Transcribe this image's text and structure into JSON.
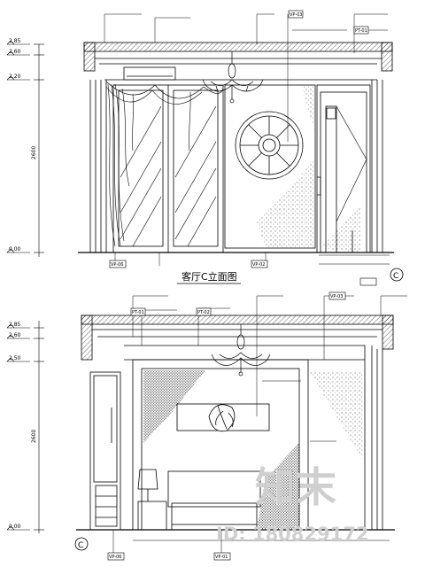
{
  "upper_elevation": {
    "title": "客厅C立面图",
    "section_marker": "C",
    "levels": [
      "2.85",
      "2.60",
      "2.20",
      "0.00"
    ],
    "height_label": "2600",
    "tags_bottom": [
      "VP-06",
      "VP-02"
    ],
    "tags_top": [
      "VP-03",
      "PT-01"
    ]
  },
  "lower_elevation": {
    "section_marker": "C",
    "levels": [
      "2.85",
      "2.60",
      "2.50",
      "0.00"
    ],
    "height_label": "2600",
    "tags_bottom": [
      "VP-06",
      "VP-01"
    ],
    "tags_top": [
      "PT-01",
      "PT-02",
      "VP-03"
    ]
  },
  "watermark": {
    "brand": "知末",
    "id_text": "ID: 180829172"
  }
}
